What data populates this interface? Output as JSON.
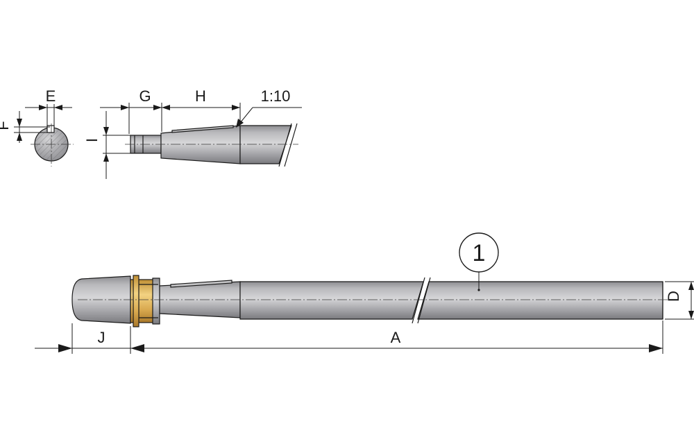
{
  "labels": {
    "E": "E",
    "F": "F",
    "G": "G",
    "H": "H",
    "I": "I",
    "taper": "1:10",
    "J": "J",
    "A": "A",
    "D": "D",
    "item_number": "1"
  },
  "colors": {
    "shaft_light": "#d2d2d4",
    "shaft_mid": "#a9a9ac",
    "shaft_dark": "#7e7e82",
    "bronze_light": "#f0cd7a",
    "bronze_dark": "#b8842c",
    "line": "#1a1a1a"
  }
}
